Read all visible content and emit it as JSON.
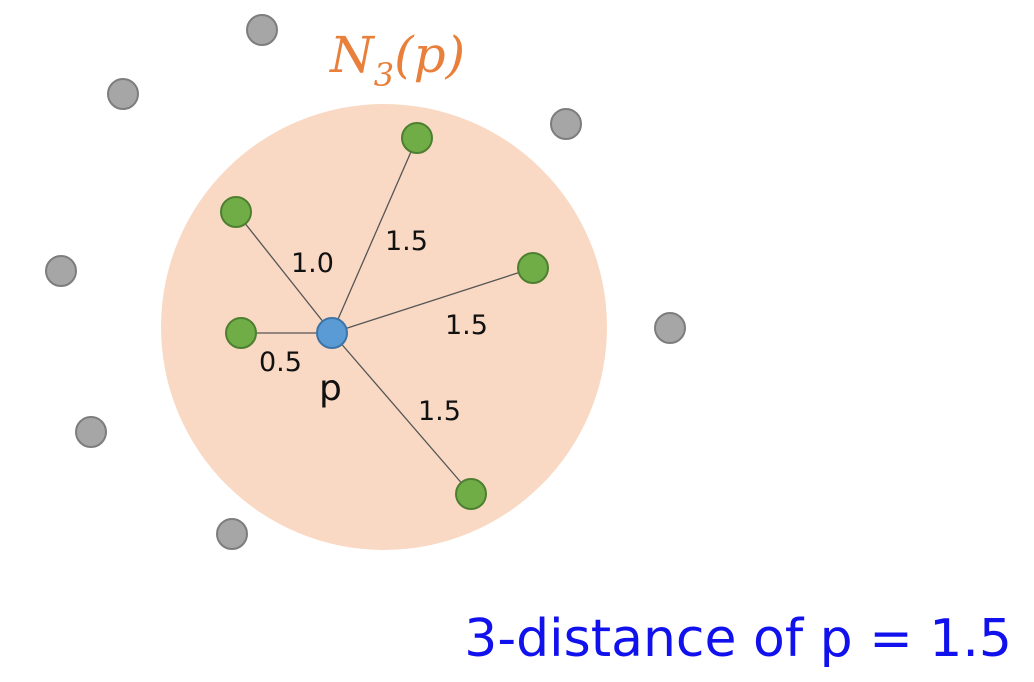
{
  "neighborhood": {
    "label_base": "N",
    "label_sub": "3",
    "label_arg": "(p)",
    "fill_color": "#f9d9c4",
    "label_color": "#e87f3a"
  },
  "center_point": {
    "label": "p",
    "color": "#5b9bd5"
  },
  "neighbor_color": "#70ad47",
  "other_color": "#a6a6a6",
  "edges": [
    {
      "label": "0.5"
    },
    {
      "label": "1.0"
    },
    {
      "label": "1.5"
    },
    {
      "label": "1.5"
    },
    {
      "label": "1.5"
    }
  ],
  "caption": "3-distance of p = 1.5"
}
